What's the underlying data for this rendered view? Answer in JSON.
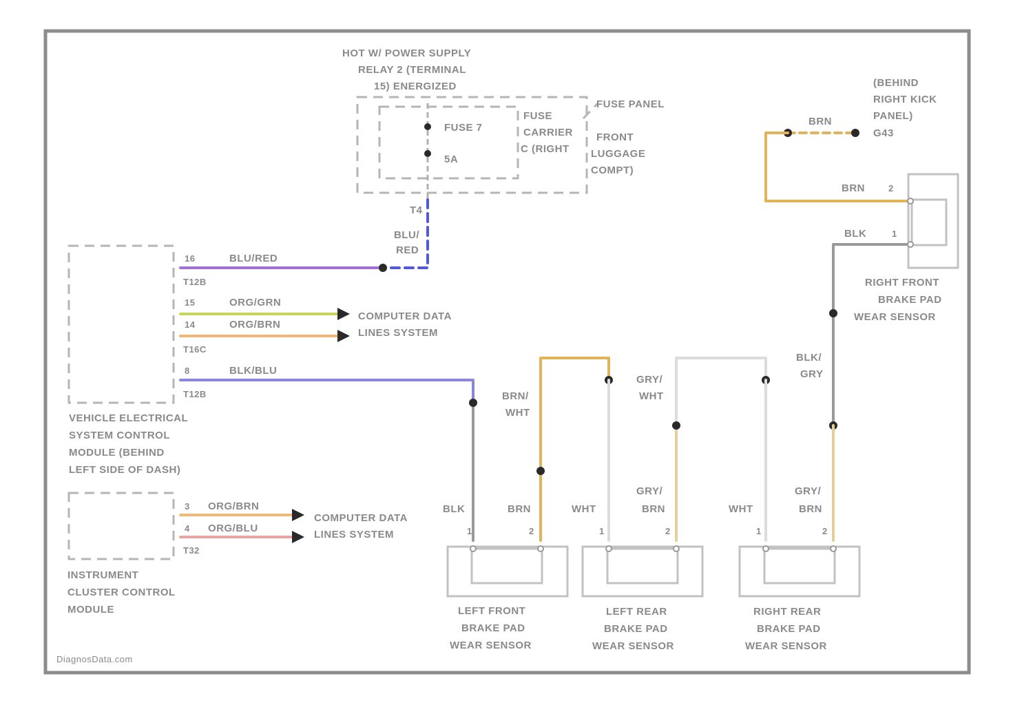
{
  "colors": {
    "brown": "#e3b35a",
    "grey": "#9a9a9a",
    "white_wire": "#dcdcdc",
    "blue_red": "#a36ddf",
    "blue_dash": "#4d58e6",
    "org_grn": "#c6d65a",
    "org_brn": "#f0b878",
    "blk_blu": "#8a86dd",
    "org_blu": "#e9a3a3",
    "frame": "#8c8c8c"
  },
  "labels": {
    "hot_power_1": "HOT W/ POWER SUPPLY",
    "hot_power_2": "RELAY 2 (TERMINAL",
    "hot_power_3": "15) ENERGIZED",
    "fuse_panel": "FUSE PANEL",
    "front_luggage_1": "FRONT",
    "front_luggage_2": "LUGGAGE",
    "front_luggage_3": "COMPT)",
    "fuse_carrier_1": "FUSE",
    "fuse_carrier_2": "CARRIER",
    "fuse_carrier_3": "C (RIGHT",
    "fuse_name": "FUSE 7",
    "fuse_amp": "5A",
    "fuse_pin": "T4",
    "blu_red_vert_1": "BLU/",
    "blu_red_vert_2": "RED",
    "behind_1": "(BEHIND",
    "behind_2": "RIGHT KICK",
    "behind_3": "PANEL)",
    "g_label": "G43",
    "brn_top": "BRN",
    "brn_2": "BRN",
    "pin_2": "2",
    "blk_1": "BLK",
    "pin_1": "1",
    "rf_sensor_1": "RIGHT FRONT",
    "rf_sensor_2": "BRAKE PAD",
    "rf_sensor_3": "WEAR SENSOR",
    "blk_gry_1": "BLK/",
    "blk_gry_2": "GRY",
    "vec_pin_16": "16",
    "vec_blu_red": "BLU/RED",
    "vec_conn_1": "T12B",
    "vec_pin_15": "15",
    "vec_org_grn": "ORG/GRN",
    "vec_pin_14": "14",
    "vec_org_brn": "ORG/BRN",
    "vec_conn_2": "T16C",
    "vec_pin_8": "8",
    "vec_blk_blu": "BLK/BLU",
    "vec_conn_3": "T12B",
    "cdl_1a": "COMPUTER DATA",
    "cdl_1b": "LINES SYSTEM",
    "vec_1": "VEHICLE ELECTRICAL",
    "vec_2": "SYSTEM CONTROL",
    "vec_3": "MODULE (BEHIND",
    "vec_4": "LEFT SIDE OF DASH)",
    "icm_pin_3": "3",
    "icm_org_brn": "ORG/BRN",
    "icm_pin_4": "4",
    "icm_org_blu": "ORG/BLU",
    "icm_conn": "T32",
    "cdl_2a": "COMPUTER DATA",
    "cdl_2b": "LINES SYSTEM",
    "icm_1": "INSTRUMENT",
    "icm_2": "CLUSTER CONTROL",
    "icm_3": "MODULE",
    "brn_wht_1": "BRN/",
    "brn_wht_2": "WHT",
    "gry_wht_1": "GRY/",
    "gry_wht_2": "WHT",
    "lf_blk": "BLK",
    "lf_brn": "BRN",
    "lf_p1": "1",
    "lf_p2": "2",
    "lr_wht": "WHT",
    "lr_gry_1": "GRY/",
    "lr_gry_2": "BRN",
    "lr_p1": "1",
    "lr_p2": "2",
    "rr_wht": "WHT",
    "rr_gry_1": "GRY/",
    "rr_gry_2": "BRN",
    "rr_p1": "1",
    "rr_p2": "2",
    "lf_sensor_1": "LEFT FRONT",
    "lf_sensor_2": "BRAKE PAD",
    "lf_sensor_3": "WEAR SENSOR",
    "lr_sensor_1": "LEFT REAR",
    "lr_sensor_2": "BRAKE PAD",
    "lr_sensor_3": "WEAR SENSOR",
    "rr_sensor_1": "RIGHT REAR",
    "rr_sensor_2": "BRAKE PAD",
    "rr_sensor_3": "WEAR SENSOR",
    "watermark": "DiagnosData.com"
  }
}
